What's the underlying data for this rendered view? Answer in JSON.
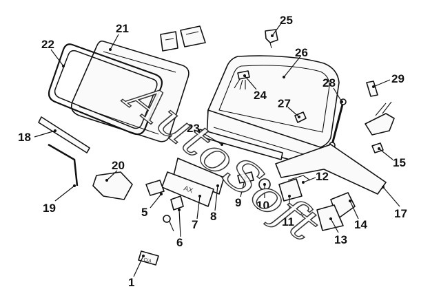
{
  "watermark": {
    "text": "AutoSoft"
  },
  "callouts": [
    {
      "id": "c1",
      "label": "1"
    },
    {
      "id": "c5",
      "label": "5"
    },
    {
      "id": "c6",
      "label": "6"
    },
    {
      "id": "c7",
      "label": "7"
    },
    {
      "id": "c8",
      "label": "8"
    },
    {
      "id": "c9",
      "label": "9"
    },
    {
      "id": "c10",
      "label": "10"
    },
    {
      "id": "c11",
      "label": "11"
    },
    {
      "id": "c12",
      "label": "12"
    },
    {
      "id": "c13",
      "label": "13"
    },
    {
      "id": "c14",
      "label": "14"
    },
    {
      "id": "c15",
      "label": "15"
    },
    {
      "id": "c17",
      "label": "17"
    },
    {
      "id": "c18",
      "label": "18"
    },
    {
      "id": "c19",
      "label": "19"
    },
    {
      "id": "c20",
      "label": "20"
    },
    {
      "id": "c21",
      "label": "21"
    },
    {
      "id": "c22",
      "label": "22"
    },
    {
      "id": "c23",
      "label": "23"
    },
    {
      "id": "c24",
      "label": "24"
    },
    {
      "id": "c25",
      "label": "25"
    },
    {
      "id": "c26",
      "label": "26"
    },
    {
      "id": "c27",
      "label": "27"
    },
    {
      "id": "c28",
      "label": "28"
    },
    {
      "id": "c29",
      "label": "29"
    }
  ]
}
